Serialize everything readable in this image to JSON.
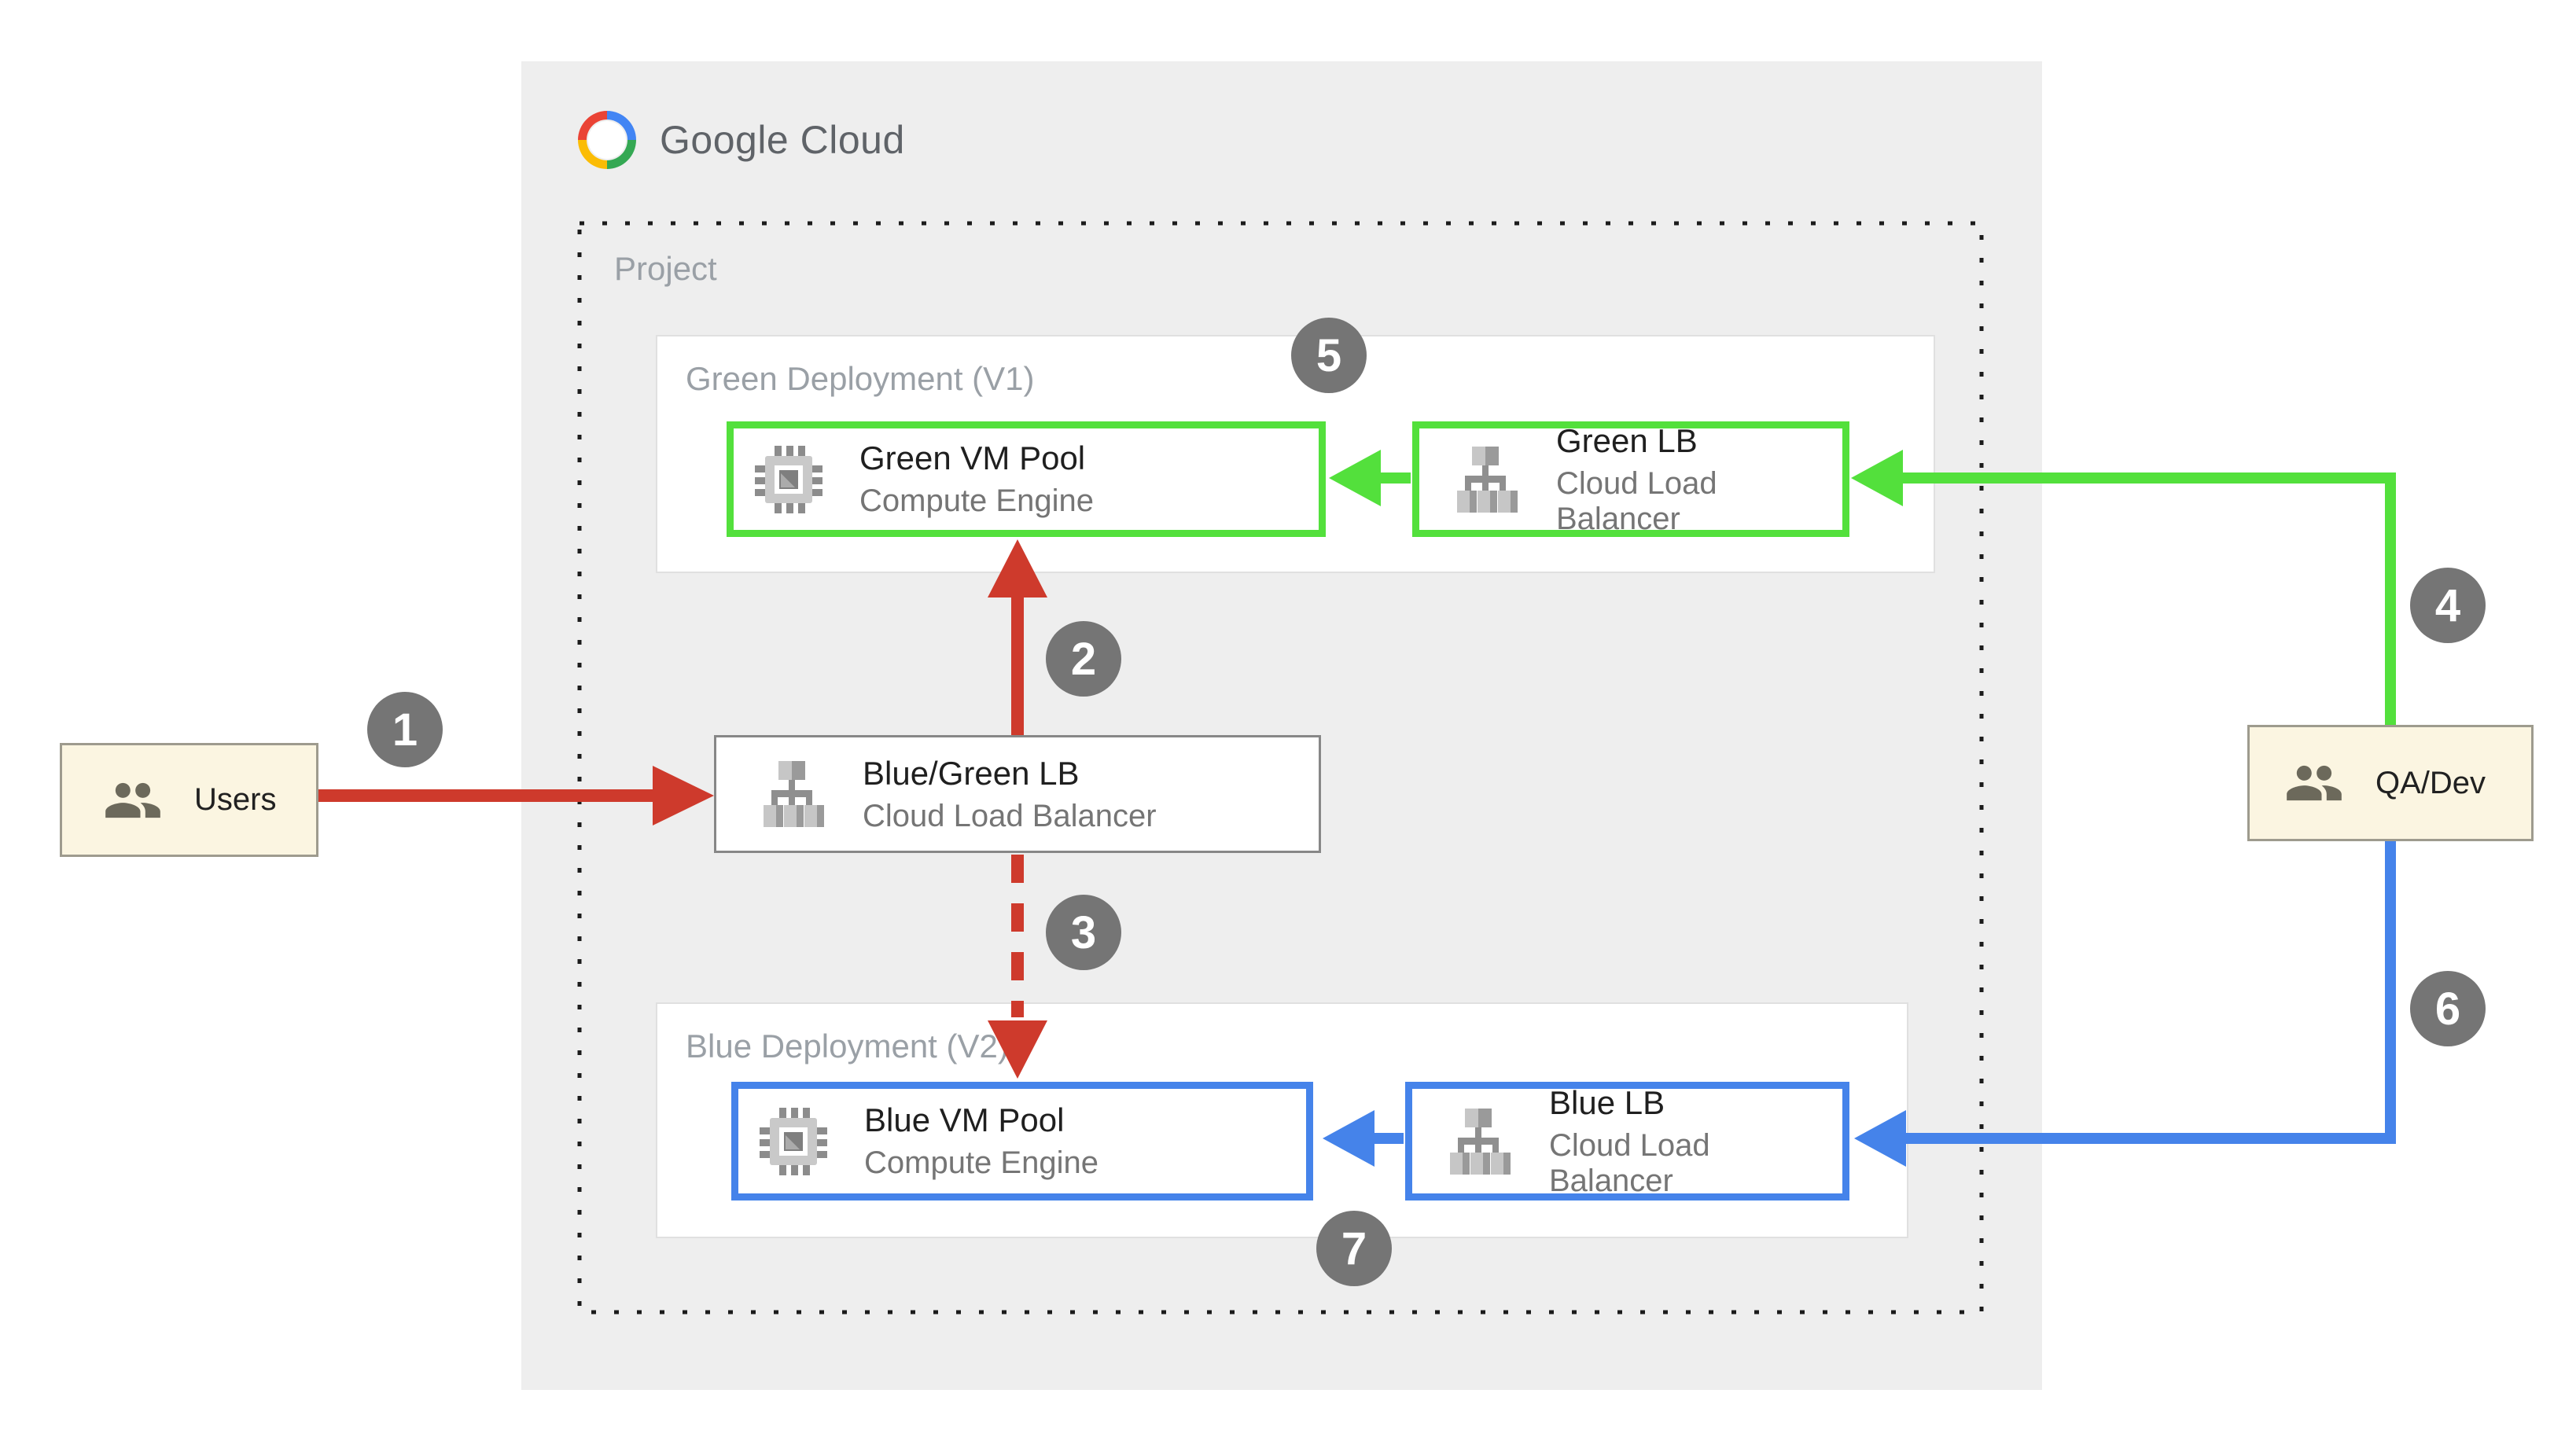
{
  "brand": {
    "logo_text": "Google Cloud",
    "logo_icon": "google-cloud-icon"
  },
  "project": {
    "label": "Project"
  },
  "groups": {
    "green": {
      "title": "Green Deployment (V1)"
    },
    "blue": {
      "title": "Blue Deployment (V2)"
    }
  },
  "nodes": {
    "green_vm": {
      "title": "Green VM Pool",
      "subtitle": "Compute Engine",
      "icon": "compute-engine-icon"
    },
    "green_lb": {
      "title": "Green LB",
      "subtitle": "Cloud Load Balancer",
      "icon": "load-balancer-icon"
    },
    "blue_vm": {
      "title": "Blue VM Pool",
      "subtitle": "Compute Engine",
      "icon": "compute-engine-icon"
    },
    "blue_lb": {
      "title": "Blue LB",
      "subtitle": "Cloud Load Balancer",
      "icon": "load-balancer-icon"
    },
    "bluegreen_lb": {
      "title": "Blue/Green LB",
      "subtitle": "Cloud Load Balancer",
      "icon": "load-balancer-icon"
    },
    "users": {
      "label": "Users",
      "icon": "people-icon"
    },
    "qa_dev": {
      "label": "QA/Dev",
      "icon": "people-icon"
    }
  },
  "steps": [
    {
      "label": "1"
    },
    {
      "label": "2"
    },
    {
      "label": "3"
    },
    {
      "label": "4"
    },
    {
      "label": "5"
    },
    {
      "label": "6"
    },
    {
      "label": "7"
    }
  ],
  "colors": {
    "red_arrow": "#CE3A2C",
    "green_accent": "#53E03C",
    "blue_accent": "#4583EA",
    "badge_gray": "#757575",
    "panel_gray": "#EEEEEE",
    "cream": "#FBF5E1",
    "muted_text": "#9AA0A6",
    "title_text": "#1F1F1F",
    "subtitle_text": "#757575",
    "logo_red": "#EA4335",
    "logo_blue": "#4285F4",
    "logo_green": "#34A853",
    "logo_yellow": "#FBBC05"
  }
}
